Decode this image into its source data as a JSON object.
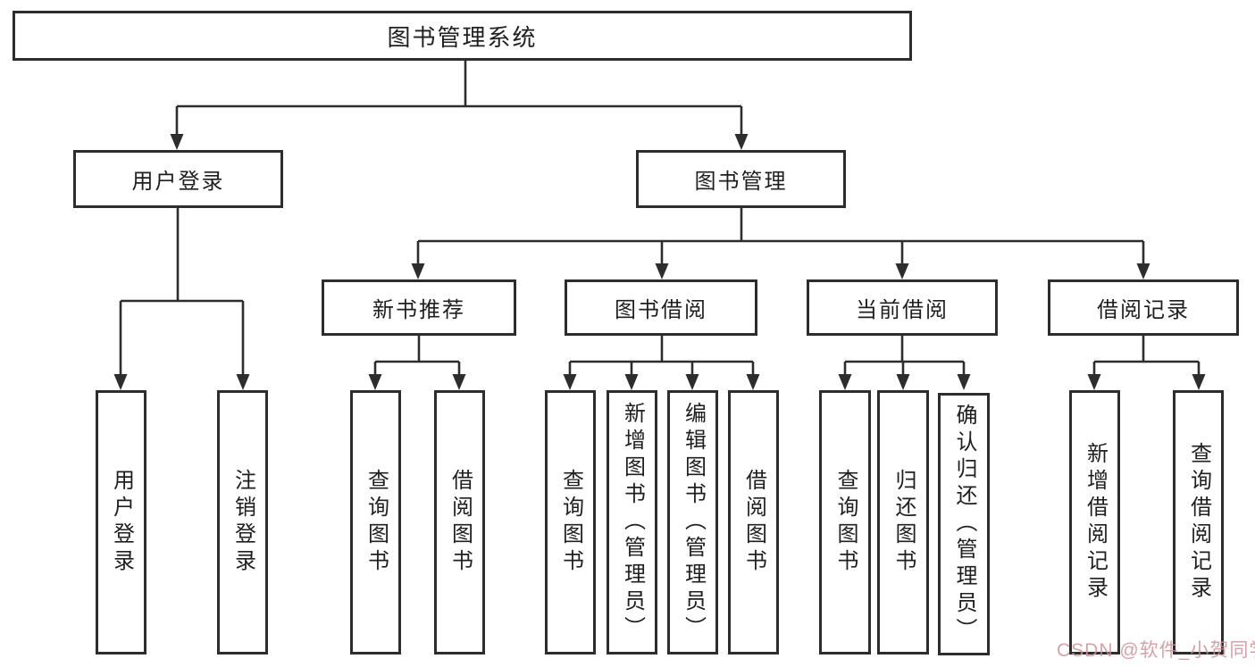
{
  "diagram": {
    "root": {
      "label": "图书管理系统"
    },
    "branches": {
      "user_login": {
        "label": "用户登录",
        "children": [
          "用户登录",
          "注销登录"
        ]
      },
      "book_management": {
        "label": "图书管理",
        "modules": {
          "new_book_recommend": {
            "label": "新书推荐",
            "children": [
              "查询图书",
              "借阅图书"
            ]
          },
          "book_borrow": {
            "label": "图书借阅",
            "children": [
              "查询图书",
              "新增图书（管理员）",
              "编辑图书（管理员）",
              "借阅图书"
            ]
          },
          "current_borrow": {
            "label": "当前借阅",
            "children": [
              "查询图书",
              "归还图书",
              "确认归还（管理员）"
            ]
          },
          "borrow_records": {
            "label": "借阅记录",
            "children": [
              "新增借阅记录",
              "查询借阅记录"
            ]
          }
        }
      }
    }
  },
  "watermark": {
    "text": "CSDN @软件_小贺同学"
  },
  "colors": {
    "line": "#2d2d2d",
    "text": "#1f1f1f",
    "watermark": "#cf9197",
    "background": "#ffffff"
  }
}
